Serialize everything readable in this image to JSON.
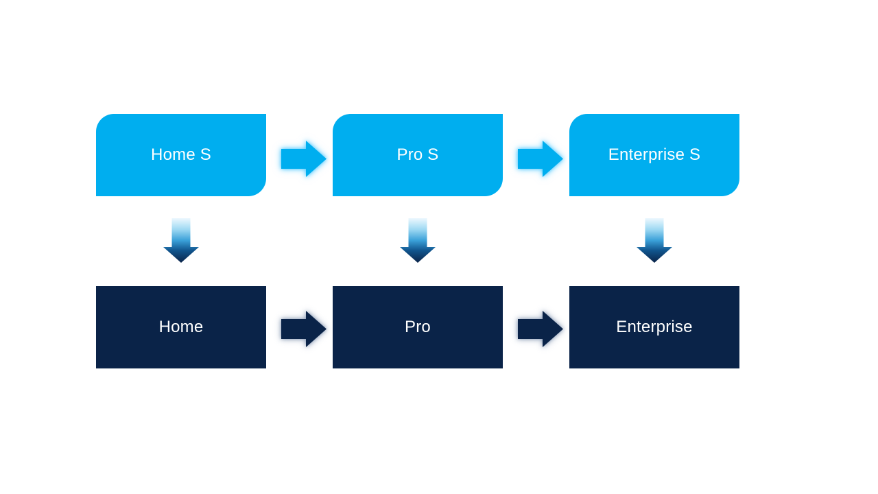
{
  "canvas": {
    "background": "#ffffff"
  },
  "colors": {
    "light_blue": "#00aeef",
    "dark_navy": "#0a2348",
    "label_text": "#ffffff",
    "light_arrow_glow": "#40c4ff",
    "dark_arrow_glow": "#7488a8",
    "down_arrow_gradient": [
      "#edf8fe",
      "#9fd9f3",
      "#3aa0d8",
      "#11568f",
      "#0a2348"
    ]
  },
  "flowchart": {
    "top_row": {
      "items": [
        {
          "label": "Home S"
        },
        {
          "label": "Pro S"
        },
        {
          "label": "Enterprise S"
        }
      ]
    },
    "bottom_row": {
      "items": [
        {
          "label": "Home"
        },
        {
          "label": "Pro"
        },
        {
          "label": "Enterprise"
        }
      ]
    },
    "icons": {
      "horizontal_connector": "right-arrow-icon",
      "vertical_connector": "down-arrow-icon"
    }
  }
}
